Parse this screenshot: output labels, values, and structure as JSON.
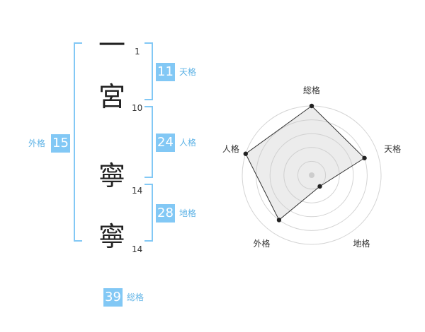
{
  "characters": [
    {
      "char": "一",
      "strokes": "1"
    },
    {
      "char": "宮",
      "strokes": "10"
    },
    {
      "char": "寧",
      "strokes": "14"
    },
    {
      "char": "寧",
      "strokes": "14"
    }
  ],
  "scores": {
    "tenkaku": {
      "value": "11",
      "label": "天格"
    },
    "jinkaku": {
      "value": "24",
      "label": "人格"
    },
    "chikaku": {
      "value": "28",
      "label": "地格"
    },
    "gaikaku": {
      "value": "15",
      "label": "外格"
    },
    "soukaku": {
      "value": "39",
      "label": "総格"
    }
  },
  "colors": {
    "accent": "#82c8f5",
    "accent_text": "#5fb3e6"
  },
  "chart_data": {
    "type": "radar",
    "axes": [
      "総格",
      "天格",
      "地格",
      "外格",
      "人格"
    ],
    "values": [
      5,
      4,
      1,
      4,
      5
    ],
    "max": 5,
    "grid": true
  }
}
